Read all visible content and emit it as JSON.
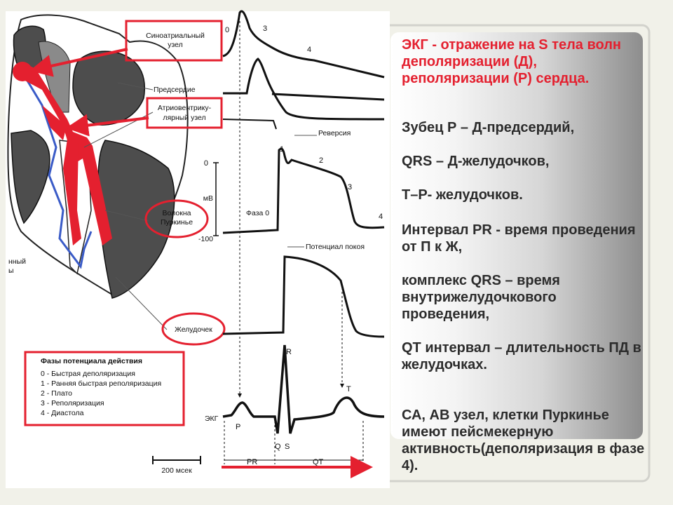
{
  "labels": {
    "sa_node": [
      "Синоатриальный",
      "узел"
    ],
    "atrium": "Предсердие",
    "av_node": [
      "Атриовентрику-",
      "лярный узел"
    ],
    "reversion": "Реверсия",
    "purkinje": [
      "Волокна",
      "Пуркинье"
    ],
    "zero": "0",
    "mv": "мВ",
    "minus100": "-100",
    "phase0": "Фаза 0",
    "resting": "Потенциал покоя",
    "ventricle": "Желудочек",
    "ekg": "ЭКГ",
    "left_cut": [
      "нный",
      "ы"
    ],
    "scale": "200 мсек",
    "n0": "0",
    "n1": "1",
    "n2": "2",
    "n3": "3",
    "n4": "4",
    "sa_n0": "0",
    "sa_n3": "3",
    "sa_n4": "4",
    "P": "P",
    "Q": "Q",
    "R": "R",
    "S": "S",
    "T": "T",
    "PR": "PR",
    "QT": "QT"
  },
  "phases_box": {
    "title": "Фазы потенциала действия",
    "items": [
      "0 - Быстрая деполяризация",
      "1 - Ранняя быстрая реполяризация",
      "2 - Плато",
      "3 - Реполяризация",
      "4 - Диастола"
    ]
  },
  "text_panel": {
    "paragraphs": [
      "ЭКГ - отражение на S тела волн деполяризации (Д), реполяризации (Р) сердца.",
      "Зубец Р – Д-предсердий,",
      "QRS – Д-желудочков,",
      "Т–Р- желудочков.",
      "Интервал PR - время проведения от П  к Ж,",
      "комплекс QRS – время внутрижелудочкового проведения,",
      "QT интервал – длительность ПД в желудочках.",
      "СА, АВ узел, клетки Пуркинье имеют пейсмекерную активность(деполяризация в фазе 4)."
    ]
  },
  "colors": {
    "accent": "#e4202f",
    "highlight": "#e4202f",
    "ink": "#111111",
    "panel_text": "#2c2c2c"
  }
}
